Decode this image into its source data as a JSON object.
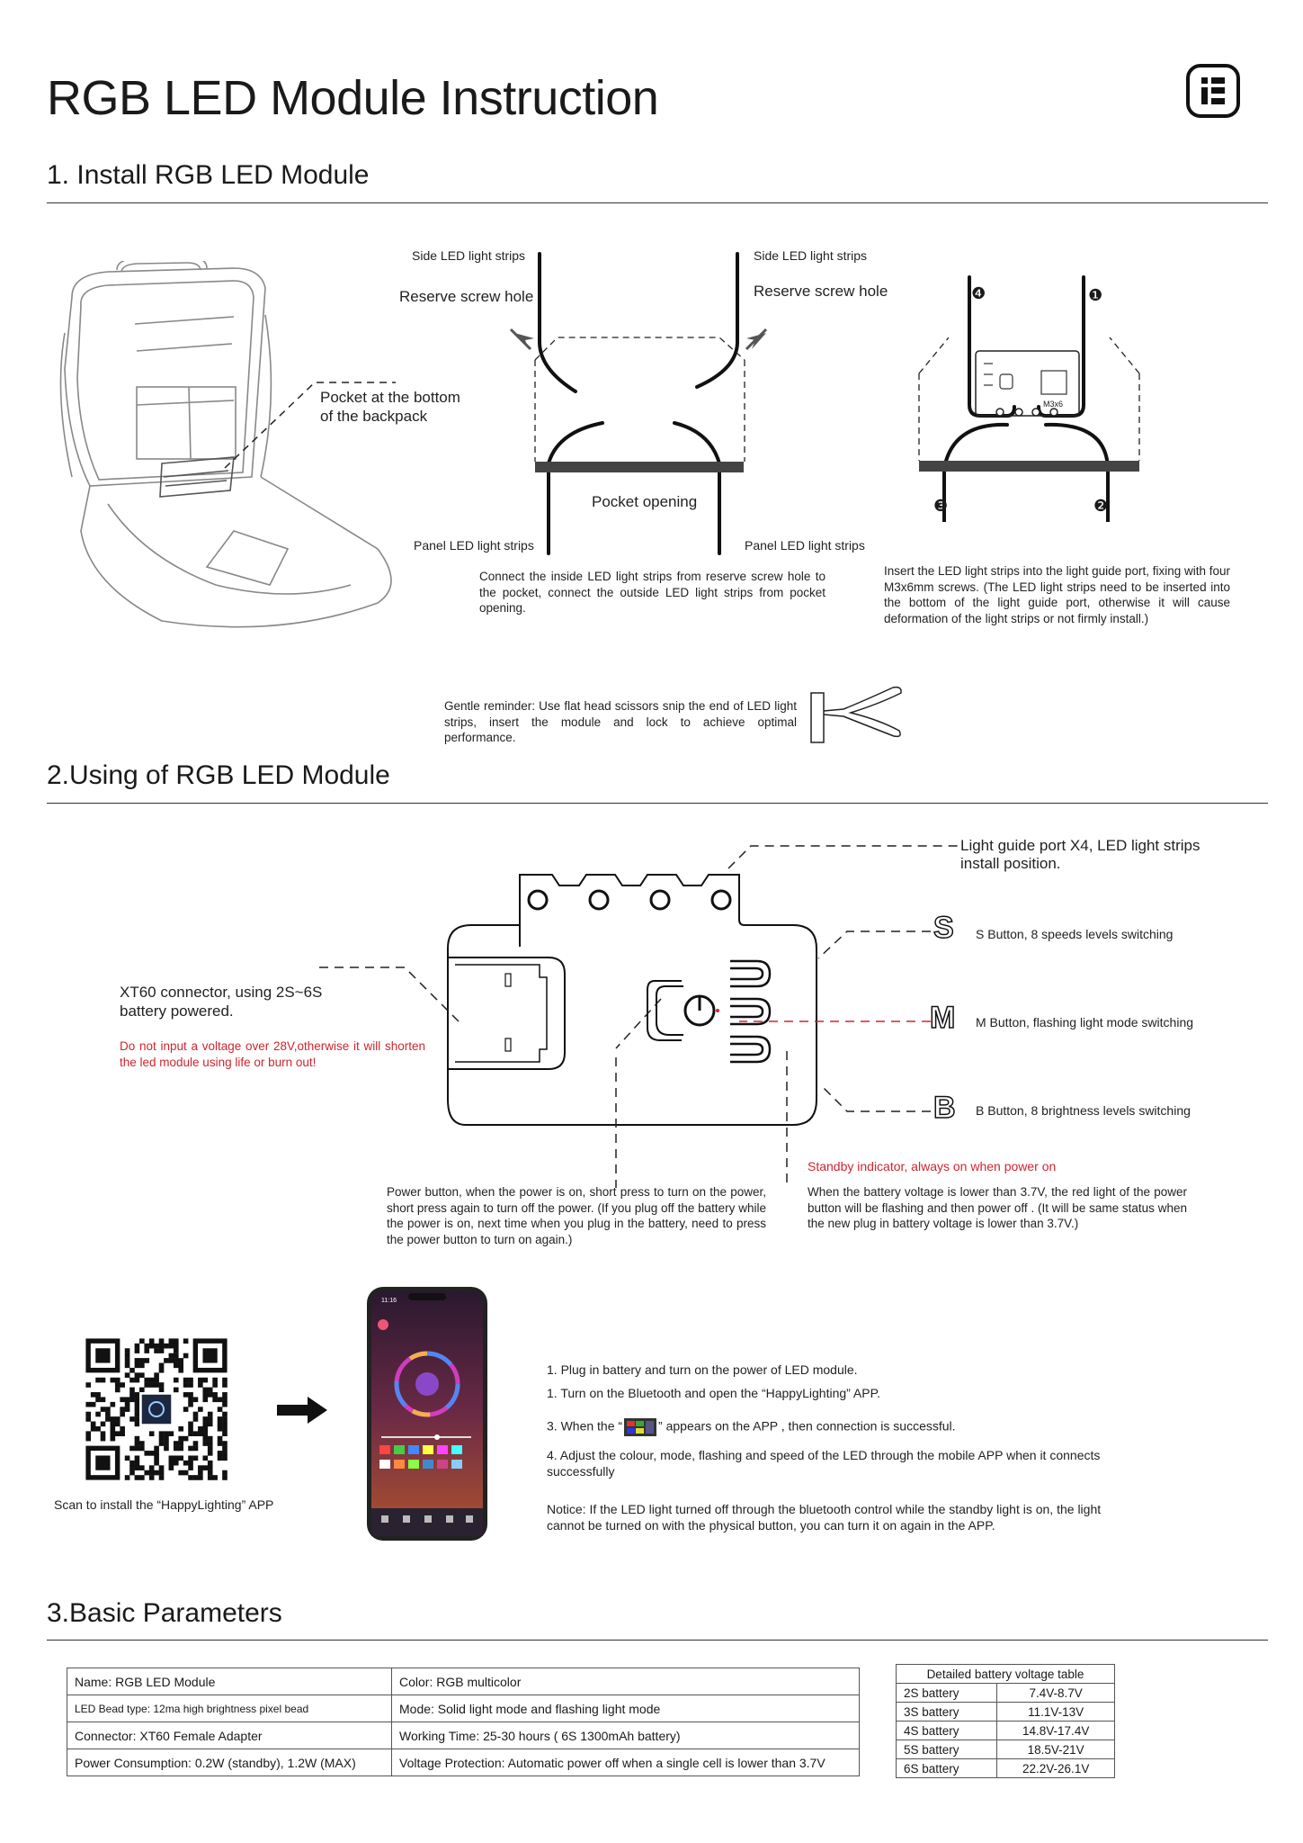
{
  "title": "RGB LED Module Instruction",
  "logo_icon": "brand-logo-icon",
  "section1": {
    "heading": "1. Install RGB LED Module",
    "pocket_label_1": "Pocket at the bottom",
    "pocket_label_2": "of the backpack",
    "side_left": "Side LED light strips",
    "side_right": "Side LED light strips",
    "reserve_left": "Reserve screw hole",
    "reserve_right": "Reserve screw hole",
    "pocket_opening": "Pocket opening",
    "panel_left": "Panel LED light strips",
    "panel_right": "Panel LED light strips",
    "connect_text": "Connect the inside LED light strips from reserve screw hole to the pocket, connect the outside LED light strips from pocket opening.",
    "insert_text": "Insert the LED light strips into the light guide port, fixing with four M3x6mm screws. (The LED light strips need to be inserted into the bottom of the light guide port, otherwise it will cause deformation of the light strips or not firmly install.)",
    "reminder": "Gentle reminder:  Use flat head scissors snip the end of LED light strips, insert the module and lock to achieve optimal performance.",
    "num1": "❶",
    "num2": "❷",
    "num3": "❸",
    "num4": "❹",
    "module_mark": "M3x6"
  },
  "section2": {
    "heading": "2.Using of RGB LED Module",
    "light_guide": "Light guide port X4, LED light strips install position.",
    "xt60": "XT60 connector, using 2S~6S battery powered.",
    "warning": "Do not input a voltage over 28V,otherwise it will shorten the led module using life or burn out!",
    "s_letter": "S",
    "m_letter": "M",
    "b_letter": "B",
    "s_button": "S Button, 8 speeds levels switching",
    "m_button": "M Button, flashing light mode switching",
    "b_button": "B Button, 8 brightness levels switching",
    "standby": "Standby indicator, always on when power on",
    "power_text": "Power button, when the power is on, short press to turn on the power, short press again to turn off the power. (If you plug off the battery while the power is on, next time when you plug in the battery, need to press the power button to turn on again.)",
    "battery_text": "When the battery voltage is lower than 3.7V, the red light of the power button will be flashing and then power off . (It will be same status when the new plug in battery voltage is lower than 3.7V.)",
    "scan": "Scan to install the “HappyLighting” APP",
    "step1": "1. Plug in battery and turn on the power of LED module.",
    "step2": "1. Turn on the Bluetooth and open the “HappyLighting” APP.",
    "step3a": "3. When the “",
    "step3b": "” appears on the APP , then connection is successful.",
    "step4": "4. Adjust the colour, mode, flashing and speed of the LED through the mobile APP when it connects successfully",
    "notice": "Notice: If the LED light turned off through the bluetooth control while the standby light is on, the light cannot be turned on with the physical button, you can turn it on again in the APP.",
    "phone_time": "11:16"
  },
  "section3": {
    "heading": "3.Basic Parameters",
    "params": [
      [
        "Name:  RGB LED Module",
        "Color:  RGB multicolor"
      ],
      [
        "LED Bead type:  12ma high brightness pixel bead",
        "Mode:  Solid light mode and flashing light mode"
      ],
      [
        "Connector:  XT60 Female Adapter",
        "Working Time: 25-30 hours ( 6S 1300mAh battery)"
      ],
      [
        "Power Consumption:  0.2W (standby), 1.2W (MAX)",
        "Voltage Protection:   Automatic power off when a single cell is lower than 3.7V"
      ]
    ],
    "voltage_title": "Detailed battery voltage table",
    "voltage": [
      [
        "2S battery",
        "7.4V-8.7V"
      ],
      [
        "3S battery",
        "11.1V-13V"
      ],
      [
        "4S battery",
        "14.8V-17.4V"
      ],
      [
        "5S battery",
        "18.5V-21V"
      ],
      [
        "6S battery",
        "22.2V-26.1V"
      ]
    ]
  },
  "colors": {
    "accent_red": "#d0252f",
    "line": "#1a1a1a"
  }
}
